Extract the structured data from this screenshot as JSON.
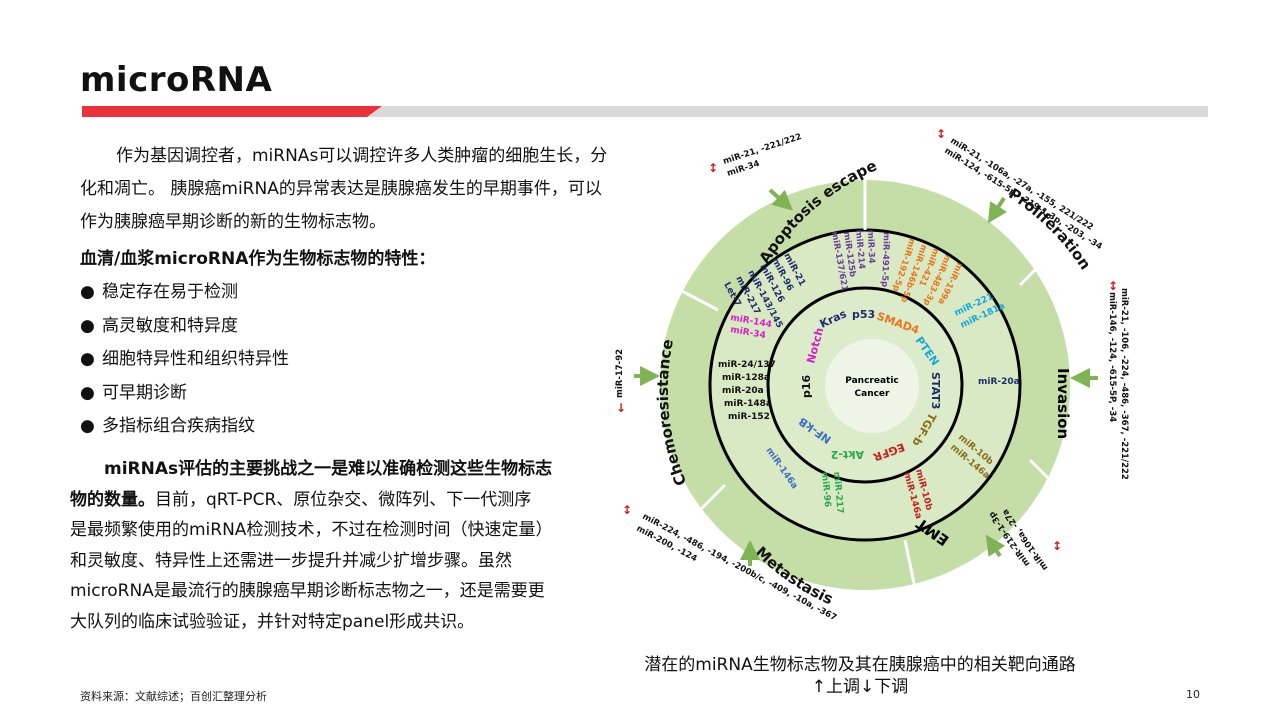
{
  "title": "microRNA",
  "intro": {
    "line1": "作为基因调控者，miRNAs可以调控许多人类肿瘤的细胞生长，分",
    "line2": "化和凋亡。 胰腺癌miRNA的异常表达是胰腺癌发生的早期事件，可以",
    "line3": "作为胰腺癌早期诊断的新的生物标志物。"
  },
  "heading": "血清/血浆microRNA作为生物标志物的特性：",
  "bullets": [
    "稳定存在易于检测",
    "高灵敏度和特异度",
    "细胞特异性和组织特异性",
    "可早期诊断",
    "多指标组合疾病指纹"
  ],
  "challenge": {
    "bold1": "miRNAs评估的主要挑战之一是难以准确检测这些生物标志",
    "bold2": "物的数量。",
    "rest1": "目前，qRT-PCR、原位杂交、微阵列、下一代测序",
    "line3": "是最频繁使用的miRNA检测技术，不过在检测时间（快速定量）",
    "line4": "和灵敏度、特异性上还需进一步提升并减少扩增步骤。虽然",
    "line5": "microRNA是最流行的胰腺癌早期诊断标志物之一，还是需要更",
    "line6": "大队列的临床试验验证，并针对特定panel形成共识。"
  },
  "source": "资料来源：文献综述；百创汇整理分析",
  "page_number": "10",
  "caption": {
    "line1": "潜在的miRNA生物标志物及其在胰腺癌中的相关靶向通路",
    "line2": "↑上调↓下调"
  },
  "figure": {
    "center": {
      "line1": "Pancreatic",
      "line2": "Cancer"
    },
    "sectors": {
      "apoptosis": "Apoptosis escape",
      "proliferation": "Proliferation",
      "invasion": "Invasion",
      "emt": "EMT",
      "metastasis": "Metastasis",
      "chemoresistance": "Chemoresistance"
    },
    "genes": {
      "kras": "Kras",
      "p53": "p53",
      "smad4": "SMAD4",
      "pten": "PTEN",
      "stat3": "STAT3",
      "tgfb": "TGF-b",
      "egfr": "EGFR",
      "akt2": "Akt-2",
      "nfkb": "NF-kB",
      "p16": "p16",
      "notch": "Notch"
    },
    "mirs": {
      "apoptosis": [
        "miR-21",
        "miR-96",
        "miR-126",
        "miR-143/145",
        "miR-217",
        "Let-7"
      ],
      "kras_group": [
        "miR-137/621",
        "miR-125b",
        "miR-214",
        "miR-34",
        "miR-491-5p"
      ],
      "smad_group": [
        "miR-192-5p",
        "miR-146b-5p",
        "miR-421",
        "miR-483-3p",
        "miR-199a"
      ],
      "pten_group": [
        "miR-221",
        "miR-181a"
      ],
      "stat3_group": [
        "miR-20a"
      ],
      "tgfb_group": [
        "miR-10b",
        "miR-146a"
      ],
      "egfr_group": [
        "miR-10b",
        "miR-146a"
      ],
      "akt_group": [
        "miR-217",
        "miR-96"
      ],
      "nfkb_group": [
        "miR-146a"
      ],
      "p16_group": [
        "miR-24/137",
        "miR-128a",
        "miR-20a",
        "miR-148a",
        "miR-152"
      ],
      "notch_group": [
        "miR-144",
        "miR-34"
      ]
    },
    "outer": {
      "apoptosis": [
        "miR-21, -221/222",
        "miR-34"
      ],
      "proliferation": [
        "miR-21, -106a, -27a, -155, 221/222",
        "miR-124, -615-5p, -219-1-3p, -203, -34"
      ],
      "invasion": [
        "miR-21, -106, -224, -486, -367, -221/222",
        "miR-146, -124, -615-5P, -34"
      ],
      "emt": [
        "miR-106a, -27a",
        "miR-219-1-3p"
      ],
      "metastasis": [
        "miR-224, -486, -194, -200b/c, -409, -10a, -367",
        "miR-200, -124"
      ],
      "chemoresistance": [
        "miR-17-92"
      ]
    },
    "colors": {
      "outer_ring": "#c5dea8",
      "mid_ring": "#d8e9c4",
      "center": "#e4efd8",
      "purple": "#6a3d9a",
      "orange": "#e8761c",
      "cyan": "#1aa6d9",
      "olive": "#8a6d1a",
      "red": "#c81e1e",
      "green": "#2aa84a",
      "blue": "#3e6ec2",
      "magenta": "#d61fc4",
      "navy": "#1f2d6b",
      "arrow_green": "#7fb356"
    }
  }
}
